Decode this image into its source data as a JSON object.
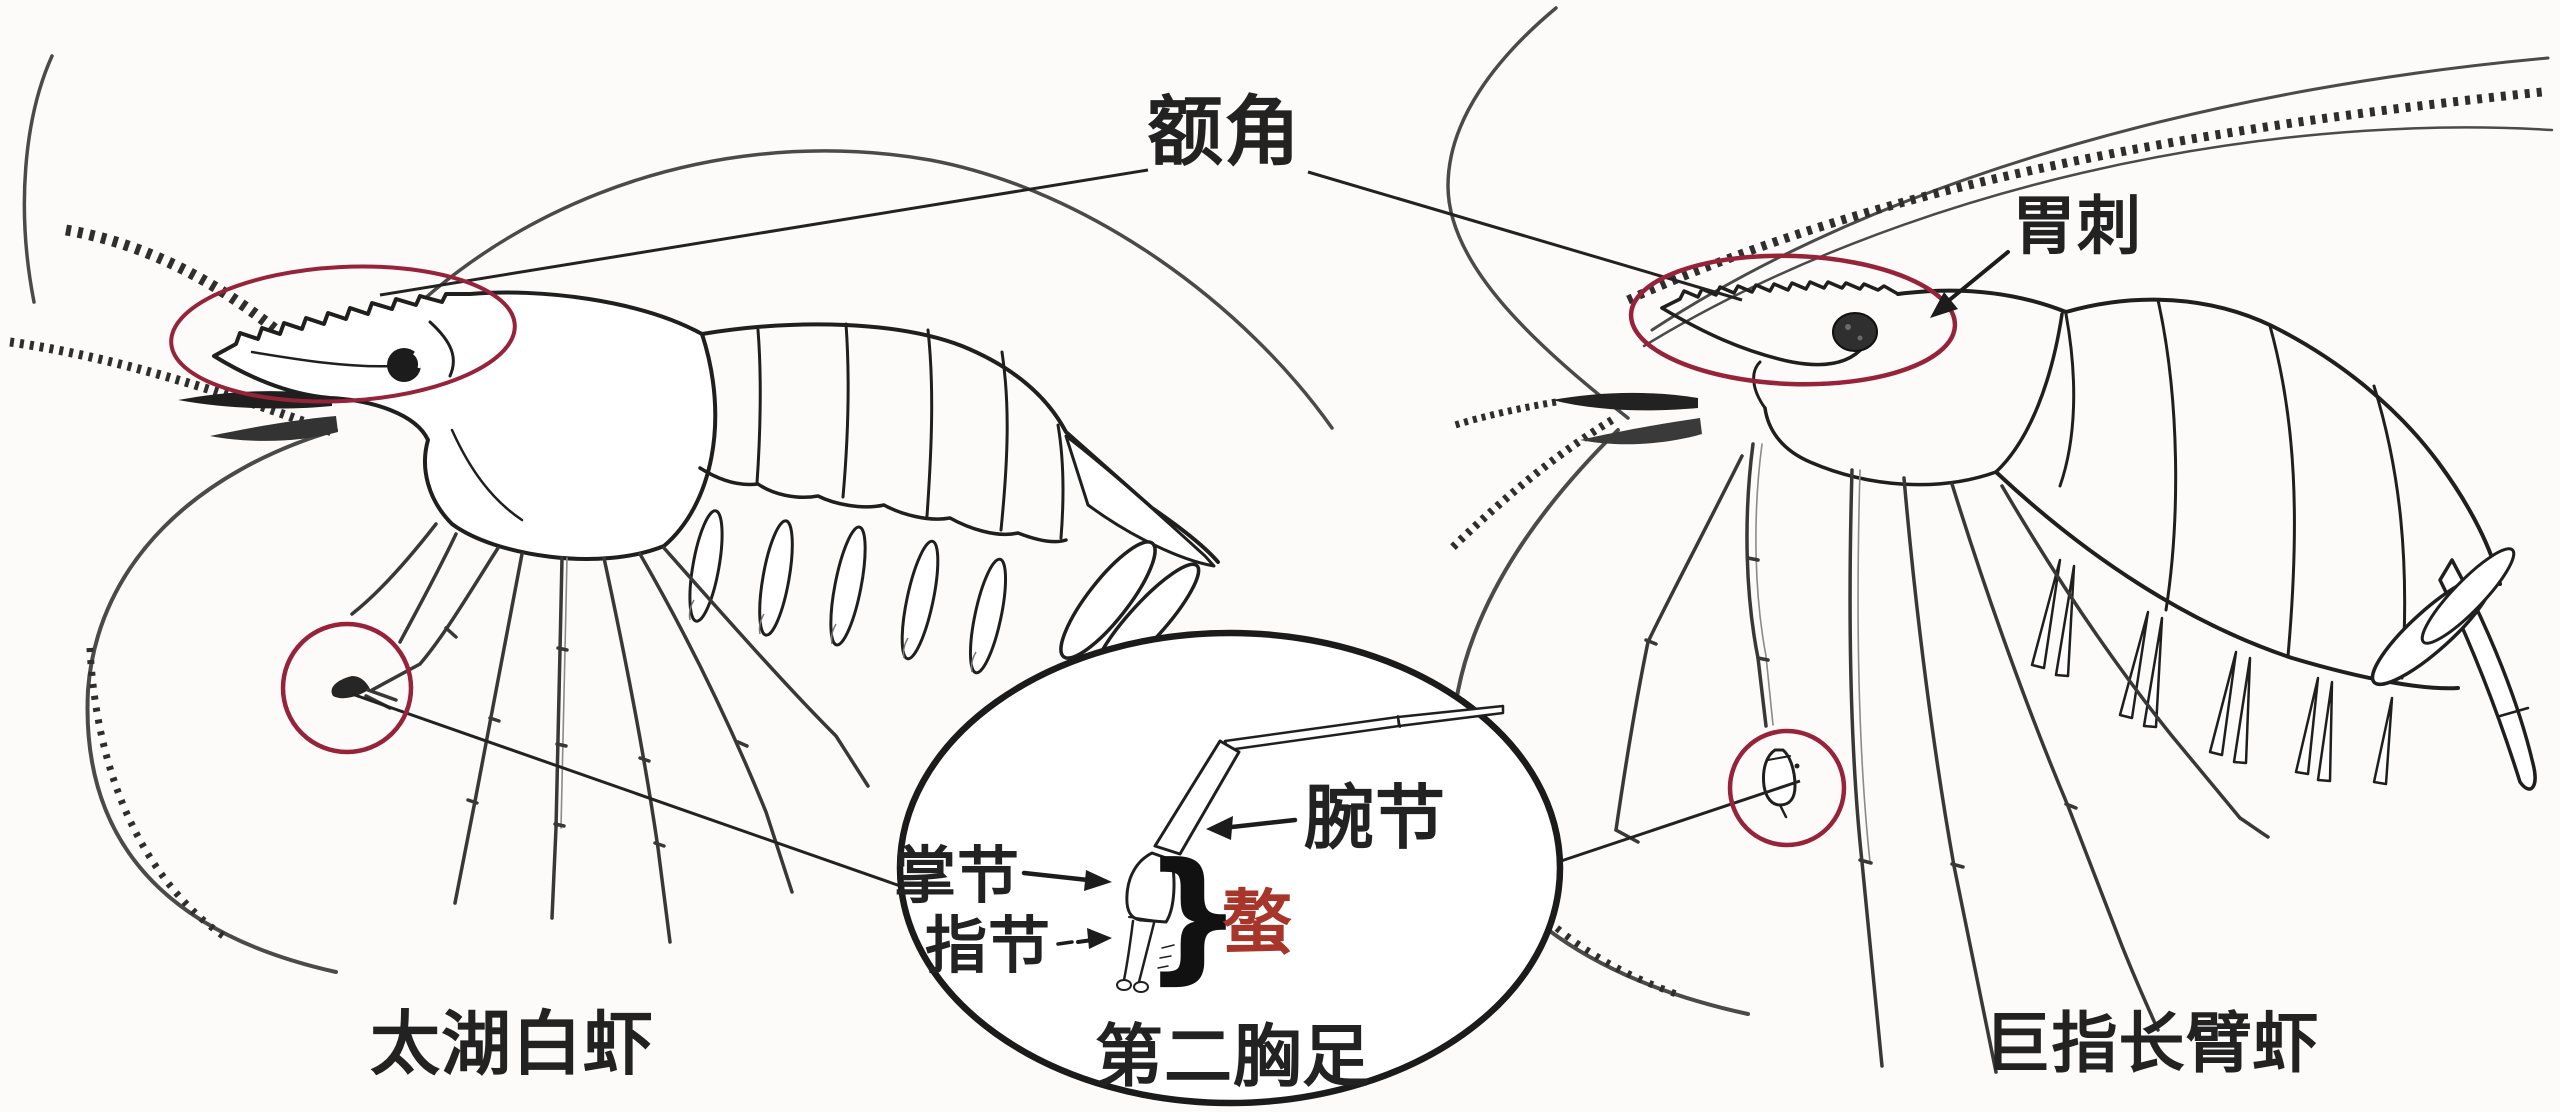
{
  "figure": {
    "background": "#fcfbf9",
    "ink_color": "#1f1f1f",
    "annotation_red": "#96233a",
    "chela_red": "#a8352a",
    "labels": {
      "rostrum": "额角",
      "gastric_spine": "胃刺",
      "carpus": "腕节",
      "palm": "掌节",
      "dactyl": "指节",
      "chela": "螯",
      "brace": "}",
      "second_pereiopod": "第二胸足",
      "left_species": "太湖白虾",
      "right_species": "巨指长臂虾"
    }
  }
}
